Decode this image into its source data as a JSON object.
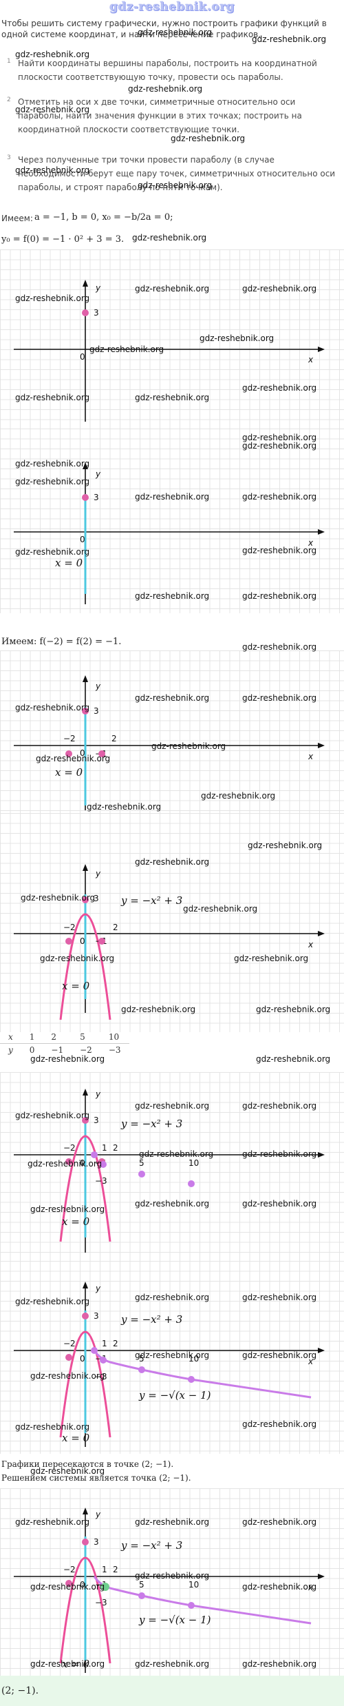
{
  "site": {
    "logo": "gdz-reshebnik.org",
    "watermark": "gdz-reshebnik.org"
  },
  "intro": "Чтобы решить систему графически, нужно построить графики функций в одной системе координат, и найти пересечение графиков.",
  "steps": [
    {
      "num": "1",
      "text": "Найти координаты вершины параболы, построить на координатной плоскости соответствующую точку, провести ось параболы."
    },
    {
      "num": "2",
      "text": "Отметить на оси x две точки, симметричные относительно оси параболы, найти значения функции в этих точках; построить на координатной плоскости соответствующие точки."
    },
    {
      "num": "3",
      "text": "Через полученные три точки провести параболу (в случае необходимости берут еще пару точек, симметричных относительно оси параболы, и строят параболу по пяти точкам)."
    }
  ],
  "math": {
    "have_label": "Имеем:",
    "vertex_line": "a = −1, b = 0, x₀ = −b/2a = 0;",
    "y0_line": "y₀ = f(0) = −1 · 0² + 3 = 3.",
    "sym_line": "Имеем: f(−2) = f(2) = −1.",
    "parabola_label": "y = −x² + 3",
    "axis_label": "x = 0",
    "root_label": "y = −√(x − 1)"
  },
  "axes": {
    "x": "x",
    "y": "y",
    "origin": "0"
  },
  "ticks": {
    "three": "3",
    "neg_two": "−2",
    "two": "2",
    "neg_one": "−1",
    "neg_three": "−3",
    "five": "5",
    "ten": "10",
    "one": "1"
  },
  "table": {
    "x_label": "x",
    "y_label": "y",
    "x": [
      "1",
      "2",
      "5",
      "10"
    ],
    "y": [
      "0",
      "−1",
      "−2",
      "−3"
    ]
  },
  "conclusion": {
    "line1": "Графики пересекаются в точке (2; −1).",
    "line2": "Решением системы является точка (2; −1)."
  },
  "answer": "(2; −1).",
  "colors": {
    "accent_pink": "#ec4e98",
    "accent_violet": "#c97be8",
    "axis_line": "#4cc8e0",
    "point": "#e060a8",
    "intersection": "#6fcf8e",
    "answer_bg": "#e8f8ea"
  }
}
